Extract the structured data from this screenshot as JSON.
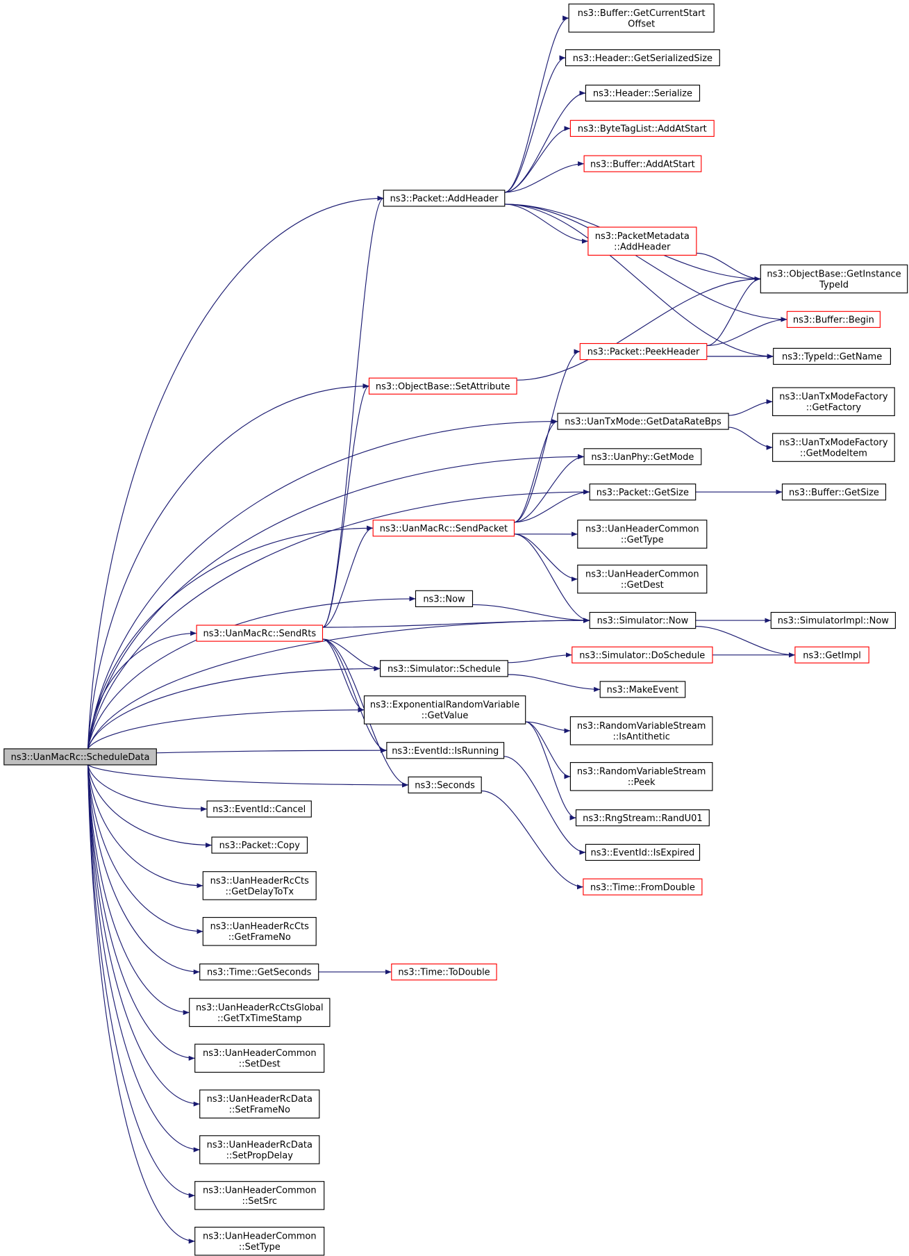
{
  "diagram": {
    "nodes": [
      {
        "id": "root",
        "lines": [
          "ns3::UanMacRc::ScheduleData"
        ],
        "style": "root"
      },
      {
        "id": "gcso",
        "lines": [
          "ns3::Buffer::GetCurrentStart",
          "Offset"
        ],
        "style": "black"
      },
      {
        "id": "hgss",
        "lines": [
          "ns3::Header::GetSerializedSize"
        ],
        "style": "black"
      },
      {
        "id": "hser",
        "lines": [
          "ns3::Header::Serialize"
        ],
        "style": "black"
      },
      {
        "id": "btaa",
        "lines": [
          "ns3::ByteTagList::AddAtStart"
        ],
        "style": "red"
      },
      {
        "id": "baas",
        "lines": [
          "ns3::Buffer::AddAtStart"
        ],
        "style": "red"
      },
      {
        "id": "pah",
        "lines": [
          "ns3::Packet::AddHeader"
        ],
        "style": "black"
      },
      {
        "id": "pmah",
        "lines": [
          "ns3::PacketMetadata",
          "::AddHeader"
        ],
        "style": "red"
      },
      {
        "id": "obgi",
        "lines": [
          "ns3::ObjectBase::GetInstance",
          "TypeId"
        ],
        "style": "black"
      },
      {
        "id": "bbeg",
        "lines": [
          "ns3::Buffer::Begin"
        ],
        "style": "red"
      },
      {
        "id": "pph",
        "lines": [
          "ns3::Packet::PeekHeader"
        ],
        "style": "red"
      },
      {
        "id": "tgn",
        "lines": [
          "ns3::TypeId::GetName"
        ],
        "style": "black"
      },
      {
        "id": "obsa",
        "lines": [
          "ns3::ObjectBase::SetAttribute"
        ],
        "style": "red"
      },
      {
        "id": "gdrb",
        "lines": [
          "ns3::UanTxMode::GetDataRateBps"
        ],
        "style": "black"
      },
      {
        "id": "tmgf",
        "lines": [
          "ns3::UanTxModeFactory",
          "::GetFactory"
        ],
        "style": "black"
      },
      {
        "id": "tmgm",
        "lines": [
          "ns3::UanTxModeFactory",
          "::GetModeItem"
        ],
        "style": "black"
      },
      {
        "id": "upgm",
        "lines": [
          "ns3::UanPhy::GetMode"
        ],
        "style": "black"
      },
      {
        "id": "pgs",
        "lines": [
          "ns3::Packet::GetSize"
        ],
        "style": "black"
      },
      {
        "id": "bgs",
        "lines": [
          "ns3::Buffer::GetSize"
        ],
        "style": "black"
      },
      {
        "id": "sp",
        "lines": [
          "ns3::UanMacRc::SendPacket"
        ],
        "style": "red"
      },
      {
        "id": "hcgt",
        "lines": [
          "ns3::UanHeaderCommon",
          "::GetType"
        ],
        "style": "black"
      },
      {
        "id": "hcgd",
        "lines": [
          "ns3::UanHeaderCommon",
          "::GetDest"
        ],
        "style": "black"
      },
      {
        "id": "now",
        "lines": [
          "ns3::Now"
        ],
        "style": "black"
      },
      {
        "id": "snow",
        "lines": [
          "ns3::Simulator::Now"
        ],
        "style": "black"
      },
      {
        "id": "sinow",
        "lines": [
          "ns3::SimulatorImpl::Now"
        ],
        "style": "black"
      },
      {
        "id": "srts",
        "lines": [
          "ns3::UanMacRc::SendRts"
        ],
        "style": "red"
      },
      {
        "id": "gimpl",
        "lines": [
          "ns3::GetImpl"
        ],
        "style": "red"
      },
      {
        "id": "ssch",
        "lines": [
          "ns3::Simulator::Schedule"
        ],
        "style": "black"
      },
      {
        "id": "sds",
        "lines": [
          "ns3::Simulator::DoSchedule"
        ],
        "style": "red"
      },
      {
        "id": "mev",
        "lines": [
          "ns3::MakeEvent"
        ],
        "style": "black"
      },
      {
        "id": "ergv",
        "lines": [
          "ns3::ExponentialRandomVariable",
          "::GetValue"
        ],
        "style": "black"
      },
      {
        "id": "rvia",
        "lines": [
          "ns3::RandomVariableStream",
          "::IsAntithetic"
        ],
        "style": "black"
      },
      {
        "id": "eir",
        "lines": [
          "ns3::EventId::IsRunning"
        ],
        "style": "black"
      },
      {
        "id": "rvpk",
        "lines": [
          "ns3::RandomVariableStream",
          "::Peek"
        ],
        "style": "black"
      },
      {
        "id": "secs",
        "lines": [
          "ns3::Seconds"
        ],
        "style": "black"
      },
      {
        "id": "rsr",
        "lines": [
          "ns3::RngStream::RandU01"
        ],
        "style": "black"
      },
      {
        "id": "eie",
        "lines": [
          "ns3::EventId::IsExpired"
        ],
        "style": "black"
      },
      {
        "id": "eic",
        "lines": [
          "ns3::EventId::Cancel"
        ],
        "style": "black"
      },
      {
        "id": "tfd",
        "lines": [
          "ns3::Time::FromDouble"
        ],
        "style": "red"
      },
      {
        "id": "pcp",
        "lines": [
          "ns3::Packet::Copy"
        ],
        "style": "black"
      },
      {
        "id": "hrdt",
        "lines": [
          "ns3::UanHeaderRcCts",
          "::GetDelayToTx"
        ],
        "style": "black"
      },
      {
        "id": "hrfn",
        "lines": [
          "ns3::UanHeaderRcCts",
          "::GetFrameNo"
        ],
        "style": "black"
      },
      {
        "id": "tgs",
        "lines": [
          "ns3::Time::GetSeconds"
        ],
        "style": "black"
      },
      {
        "id": "ttd",
        "lines": [
          "ns3::Time::ToDouble"
        ],
        "style": "red"
      },
      {
        "id": "hgts",
        "lines": [
          "ns3::UanHeaderRcCtsGlobal",
          "::GetTxTimeStamp"
        ],
        "style": "black"
      },
      {
        "id": "hcsd",
        "lines": [
          "ns3::UanHeaderCommon",
          "::SetDest"
        ],
        "style": "black"
      },
      {
        "id": "hdsf",
        "lines": [
          "ns3::UanHeaderRcData",
          "::SetFrameNo"
        ],
        "style": "black"
      },
      {
        "id": "hdsp",
        "lines": [
          "ns3::UanHeaderRcData",
          "::SetPropDelay"
        ],
        "style": "black"
      },
      {
        "id": "hcss",
        "lines": [
          "ns3::UanHeaderCommon",
          "::SetSrc"
        ],
        "style": "black"
      },
      {
        "id": "hcst",
        "lines": [
          "ns3::UanHeaderCommon",
          "::SetType"
        ],
        "style": "black"
      }
    ],
    "edges": [
      [
        "root",
        "pah"
      ],
      [
        "root",
        "obsa"
      ],
      [
        "root",
        "gdrb"
      ],
      [
        "root",
        "upgm"
      ],
      [
        "root",
        "pgs"
      ],
      [
        "root",
        "sp"
      ],
      [
        "root",
        "snow"
      ],
      [
        "root",
        "now"
      ],
      [
        "root",
        "srts"
      ],
      [
        "root",
        "ssch"
      ],
      [
        "root",
        "ergv"
      ],
      [
        "root",
        "eir"
      ],
      [
        "root",
        "secs"
      ],
      [
        "root",
        "eic"
      ],
      [
        "root",
        "pcp"
      ],
      [
        "root",
        "hrdt"
      ],
      [
        "root",
        "hrfn"
      ],
      [
        "root",
        "tgs"
      ],
      [
        "root",
        "hgts"
      ],
      [
        "root",
        "hcsd"
      ],
      [
        "root",
        "hdsf"
      ],
      [
        "root",
        "hdsp"
      ],
      [
        "root",
        "hcss"
      ],
      [
        "root",
        "hcst"
      ],
      [
        "pah",
        "gcso"
      ],
      [
        "pah",
        "hgss"
      ],
      [
        "pah",
        "hser"
      ],
      [
        "pah",
        "btaa"
      ],
      [
        "pah",
        "baas"
      ],
      [
        "pah",
        "pmah"
      ],
      [
        "pah",
        "obgi"
      ],
      [
        "pah",
        "bbeg"
      ],
      [
        "pah",
        "tgn"
      ],
      [
        "pmah",
        "obgi"
      ],
      [
        "pph",
        "obgi"
      ],
      [
        "pph",
        "bbeg"
      ],
      [
        "pph",
        "tgn"
      ],
      [
        "obsa",
        "obgi"
      ],
      [
        "gdrb",
        "tmgf"
      ],
      [
        "gdrb",
        "tmgm"
      ],
      [
        "pgs",
        "bgs"
      ],
      [
        "sp",
        "pph"
      ],
      [
        "sp",
        "gdrb"
      ],
      [
        "sp",
        "upgm"
      ],
      [
        "sp",
        "pgs"
      ],
      [
        "sp",
        "hcgt"
      ],
      [
        "sp",
        "hcgd"
      ],
      [
        "sp",
        "snow"
      ],
      [
        "now",
        "snow"
      ],
      [
        "snow",
        "sinow"
      ],
      [
        "snow",
        "gimpl"
      ],
      [
        "srts",
        "pah"
      ],
      [
        "srts",
        "obsa"
      ],
      [
        "srts",
        "sp"
      ],
      [
        "srts",
        "snow"
      ],
      [
        "srts",
        "ssch"
      ],
      [
        "srts",
        "ergv"
      ],
      [
        "srts",
        "eir"
      ],
      [
        "srts",
        "secs"
      ],
      [
        "ssch",
        "sds"
      ],
      [
        "ssch",
        "mev"
      ],
      [
        "sds",
        "gimpl"
      ],
      [
        "ergv",
        "rvia"
      ],
      [
        "ergv",
        "rvpk"
      ],
      [
        "ergv",
        "rsr"
      ],
      [
        "eir",
        "eie"
      ],
      [
        "secs",
        "tfd"
      ],
      [
        "tgs",
        "ttd"
      ]
    ]
  }
}
